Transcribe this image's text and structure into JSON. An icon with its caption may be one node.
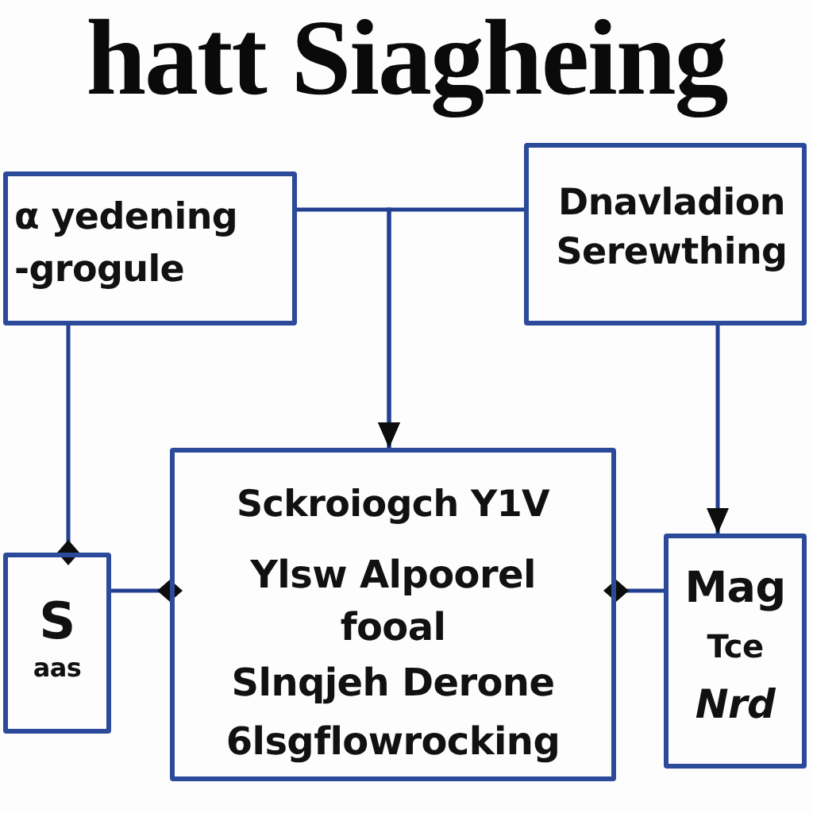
{
  "diagram": {
    "title": "hatt Siagheing",
    "nodes": [
      {
        "text": [
          "α yedening -grogule"
        ]
      },
      {
        "text": [
          "Dnavladion Serewthing"
        ]
      },
      {
        "text": [
          "S",
          "aas"
        ]
      },
      {
        "text": [
          "Sckroiogch Y1V",
          "Ylsw Alpoorel fooal",
          "Slnqjeh Derone 6lsgflowrocking"
        ]
      },
      {
        "text": [
          "Mag",
          "Tce",
          "Nrd"
        ]
      }
    ],
    "edges": [
      {
        "from": 0,
        "to": 3,
        "arrow": "to"
      },
      {
        "from": 1,
        "to": 3,
        "arrow": "to"
      },
      {
        "from": 0,
        "to": 2,
        "arrow": "other"
      },
      {
        "from": 1,
        "to": 4,
        "arrow": "to"
      },
      {
        "from": 2,
        "to": 3,
        "arrow": "other"
      },
      {
        "from": 4,
        "to": 3,
        "arrow": "other"
      }
    ]
  }
}
